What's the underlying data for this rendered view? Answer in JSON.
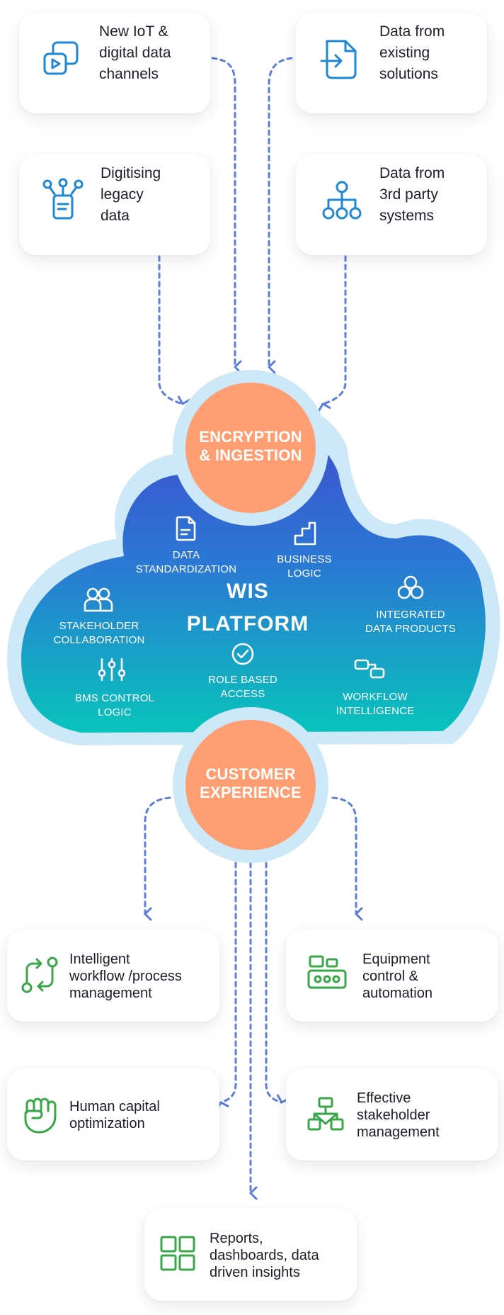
{
  "sources": [
    {
      "label": "New IoT & digital data channels",
      "lines": [
        "New IoT &",
        "digital data",
        "channels"
      ],
      "icon": "media-channel-icon"
    },
    {
      "label": "Data from existing solutions",
      "lines": [
        "Data from",
        "existing",
        "solutions"
      ],
      "icon": "file-import-icon"
    },
    {
      "label": "Digitising legacy data",
      "lines": [
        "Digitising",
        "legacy",
        "data"
      ],
      "icon": "document-nodes-icon"
    },
    {
      "label": "Data from 3rd party systems",
      "lines": [
        "Data from",
        "3rd party",
        "systems"
      ],
      "icon": "hierarchy-icon"
    }
  ],
  "ingestion": {
    "lines": [
      "ENCRYPTION",
      "& INGESTION"
    ]
  },
  "platform": {
    "title_lines": [
      "WIS",
      "PLATFORM"
    ],
    "modules": [
      {
        "lines": [
          "DATA",
          "STANDARDIZATION"
        ],
        "icon": "document-icon"
      },
      {
        "lines": [
          "BUSINESS",
          "LOGIC"
        ],
        "icon": "steps-icon"
      },
      {
        "lines": [
          "INTEGRATED",
          "DATA PRODUCTS"
        ],
        "icon": "linked-circles-icon"
      },
      {
        "lines": [
          "STAKEHOLDER",
          "COLLABORATION"
        ],
        "icon": "people-icon"
      },
      {
        "lines": [
          "ROLE BASED",
          "ACCESS"
        ],
        "icon": "check-circle-icon"
      },
      {
        "lines": [
          "BMS CONTROL",
          "LOGIC"
        ],
        "icon": "sliders-icon"
      },
      {
        "lines": [
          "WORKFLOW",
          "INTELLIGENCE"
        ],
        "icon": "workflow-blocks-icon"
      }
    ]
  },
  "experience": {
    "lines": [
      "CUSTOMER",
      "EXPERIENCE"
    ]
  },
  "outcomes": [
    {
      "lines": [
        "Intelligent",
        "workflow /process",
        "management"
      ],
      "icon": "workflow-arrows-icon"
    },
    {
      "lines": [
        "Equipment",
        "control &",
        "automation"
      ],
      "icon": "control-panel-icon"
    },
    {
      "lines": [
        "Human capital",
        "optimization"
      ],
      "icon": "fist-icon"
    },
    {
      "lines": [
        "Effective",
        "stakeholder",
        "management"
      ],
      "icon": "org-chart-icon"
    },
    {
      "lines": [
        "Reports,",
        "dashboards, data",
        "driven insights"
      ],
      "icon": "grid-dashboard-icon"
    }
  ],
  "colors": {
    "source_icon": "#1e88d6",
    "outcome_icon": "#3aa64a",
    "arrow": "#5b7fd9",
    "cloud_halo": "#cde8f6",
    "cloud_top": "#3a57cc",
    "cloud_bottom": "#0bc2bd",
    "circle": "#ff9e72",
    "circle_ring": "#cde8f6"
  }
}
